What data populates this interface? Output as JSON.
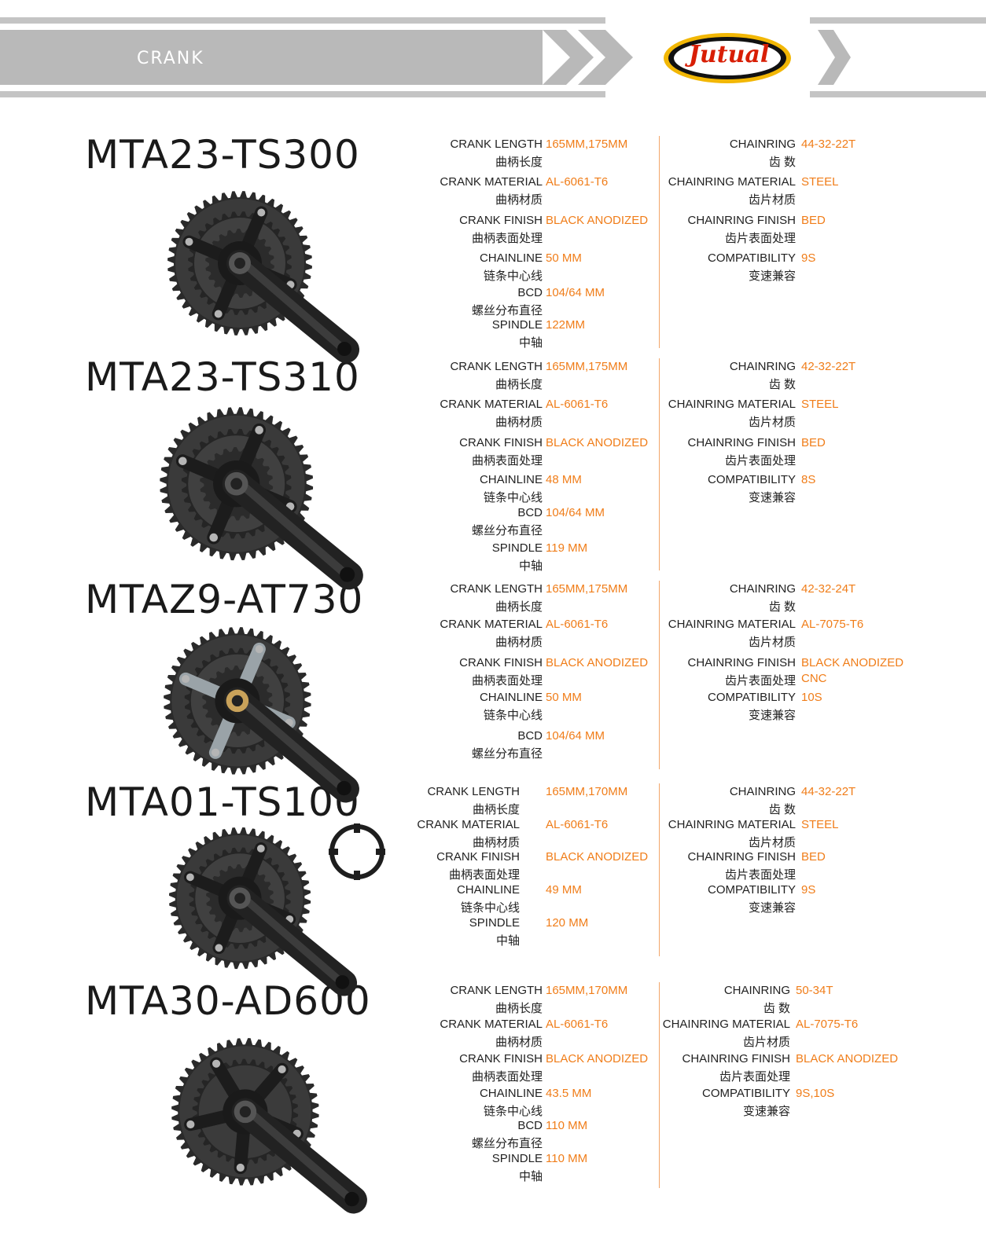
{
  "header": {
    "section_title": "CRANK",
    "logo_text": "Jutual"
  },
  "colors": {
    "accent": "#f07d19",
    "banner": "#b9b9b9",
    "logo_red": "#d81e05",
    "logo_gold": "#f2b705"
  },
  "products": [
    {
      "model": "MTA23-TS300",
      "left_specs": [
        {
          "label": "CRANK LENGTH",
          "cn": "曲柄长度",
          "value": "165MM,175MM"
        },
        {
          "label": "CRANK MATERIAL",
          "cn": "曲柄材质",
          "value": "AL-6061-T6"
        },
        {
          "label": "CRANK FINISH",
          "cn": "曲柄表面处理",
          "value": "BLACK ANODIZED"
        },
        {
          "label": "CHAINLINE",
          "cn": "链条中心线",
          "value": "50 MM"
        },
        {
          "label": "BCD",
          "cn": "螺丝分布直径",
          "value": "104/64 MM"
        },
        {
          "label": "SPINDLE",
          "cn": "中轴",
          "value": "122MM"
        }
      ],
      "right_specs": [
        {
          "label": "CHAINRING",
          "cn": "齿 数",
          "value": "44-32-22T"
        },
        {
          "label": "CHAINRING MATERIAL",
          "cn": "齿片材质",
          "value": "STEEL"
        },
        {
          "label": "CHAINRING FINISH",
          "cn": "齿片表面处理",
          "value": "BED"
        },
        {
          "label": "COMPATIBILITY",
          "cn": "变速兼容",
          "value": "9S"
        }
      ]
    },
    {
      "model": "MTA23-TS310",
      "left_specs": [
        {
          "label": "CRANK LENGTH",
          "cn": "曲柄长度",
          "value": "165MM,175MM"
        },
        {
          "label": "CRANK MATERIAL",
          "cn": "曲柄材质",
          "value": "AL-6061-T6"
        },
        {
          "label": "CRANK FINISH",
          "cn": "曲柄表面处理",
          "value": "BLACK ANODIZED"
        },
        {
          "label": "CHAINLINE",
          "cn": "链条中心线",
          "value": "48 MM"
        },
        {
          "label": "BCD",
          "cn": "螺丝分布直径",
          "value": "104/64 MM"
        },
        {
          "label": "SPINDLE",
          "cn": "中轴",
          "value": "119 MM"
        }
      ],
      "right_specs": [
        {
          "label": "CHAINRING",
          "cn": "齿 数",
          "value": "42-32-22T"
        },
        {
          "label": "CHAINRING MATERIAL",
          "cn": "齿片材质",
          "value": "STEEL"
        },
        {
          "label": "CHAINRING FINISH",
          "cn": "齿片表面处理",
          "value": "BED"
        },
        {
          "label": "COMPATIBILITY",
          "cn": "变速兼容",
          "value": "8S"
        }
      ]
    },
    {
      "model": "MTAZ9-AT730",
      "left_specs": [
        {
          "label": "CRANK LENGTH",
          "cn": "曲柄长度",
          "value": "165MM,175MM"
        },
        {
          "label": "CRANK MATERIAL",
          "cn": "曲柄材质",
          "value": "AL-6061-T6"
        },
        {
          "label": "CRANK FINISH",
          "cn": "曲柄表面处理",
          "value": "BLACK ANODIZED"
        },
        {
          "label": "CHAINLINE",
          "cn": "链条中心线",
          "value": "50 MM"
        },
        {
          "label": "BCD",
          "cn": "螺丝分布直径",
          "value": "104/64 MM"
        }
      ],
      "right_specs": [
        {
          "label": "CHAINRING",
          "cn": "齿 数",
          "value": "42-32-24T"
        },
        {
          "label": "CHAINRING MATERIAL",
          "cn": "齿片材质",
          "value": "AL-7075-T6"
        },
        {
          "label": "CHAINRING FINISH",
          "cn": "齿片表面处理",
          "value": "BLACK ANODIZED",
          "value2": "CNC"
        },
        {
          "label": "COMPATIBILITY",
          "cn": "变速兼容",
          "value": "10S"
        }
      ]
    },
    {
      "model": "MTA01-TS100",
      "left_specs": [
        {
          "label": "CRANK LENGTH",
          "cn": "曲柄长度",
          "value": "165MM,170MM"
        },
        {
          "label": "CRANK MATERIAL",
          "cn": "曲柄材质",
          "value": "AL-6061-T6"
        },
        {
          "label": "CRANK FINISH",
          "cn": "曲柄表面处理",
          "value": "BLACK ANODIZED"
        },
        {
          "label": "CHAINLINE",
          "cn": "链条中心线",
          "value": "49 MM"
        },
        {
          "label": "SPINDLE",
          "cn": "中轴",
          "value": "120 MM"
        }
      ],
      "right_specs": [
        {
          "label": "CHAINRING",
          "cn": "齿 数",
          "value": "44-32-22T"
        },
        {
          "label": "CHAINRING MATERIAL",
          "cn": "齿片材质",
          "value": "STEEL"
        },
        {
          "label": "CHAINRING FINISH",
          "cn": "齿片表面处理",
          "value": "BED"
        },
        {
          "label": "COMPATIBILITY",
          "cn": "变速兼容",
          "value": "9S"
        }
      ]
    },
    {
      "model": "MTA30-AD600",
      "left_specs": [
        {
          "label": "CRANK LENGTH",
          "cn": "曲柄长度",
          "value": "165MM,170MM"
        },
        {
          "label": "CRANK MATERIAL",
          "cn": "曲柄材质",
          "value": "AL-6061-T6"
        },
        {
          "label": "CRANK FINISH",
          "cn": "曲柄表面处理",
          "value": "BLACK ANODIZED"
        },
        {
          "label": "CHAINLINE",
          "cn": "链条中心线",
          "value": "43.5 MM"
        },
        {
          "label": "BCD",
          "cn": "螺丝分布直径",
          "value": "110 MM"
        },
        {
          "label": "SPINDLE",
          "cn": "中轴",
          "value": "110 MM"
        }
      ],
      "right_specs": [
        {
          "label": "CHAINRING",
          "cn": "齿 数",
          "value": "50-34T"
        },
        {
          "label": "CHAINRING MATERIAL",
          "cn": "齿片材质",
          "value": "AL-7075-T6"
        },
        {
          "label": "CHAINRING FINISH",
          "cn": "齿片表面处理",
          "value": "BLACK ANODIZED"
        },
        {
          "label": "COMPATIBILITY",
          "cn": "变速兼容",
          "value": "9S,10S"
        }
      ]
    }
  ]
}
